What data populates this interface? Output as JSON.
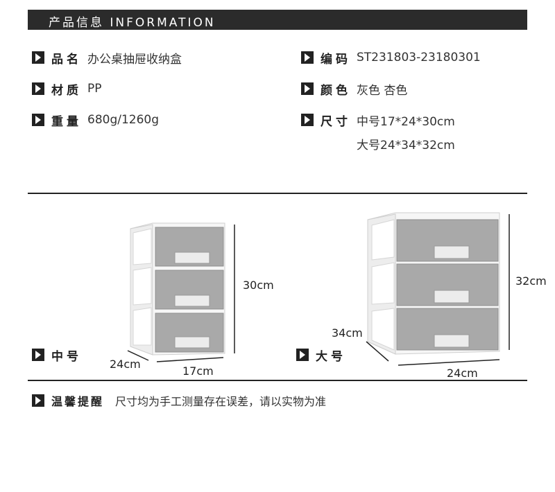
{
  "header": {
    "title": "产品信息 INFORMATION"
  },
  "info": {
    "name": {
      "label": "品名",
      "value": "办公桌抽屉收纳盒"
    },
    "code": {
      "label": "编码",
      "value": "ST231803-23180301"
    },
    "material": {
      "label": "材质",
      "value": "PP"
    },
    "color": {
      "label": "颜色",
      "value": "灰色 杏色"
    },
    "weight": {
      "label": "重量",
      "value": "680g/1260g"
    },
    "size": {
      "label": "尺寸",
      "value_medium": "中号17*24*30cm",
      "value_large": "大号24*34*32cm"
    }
  },
  "figures": {
    "medium": {
      "label": "中号",
      "height": "30cm",
      "depth": "24cm",
      "width": "17cm"
    },
    "large": {
      "label": "大号",
      "height": "32cm",
      "depth": "34cm",
      "width": "24cm"
    }
  },
  "notice": {
    "label": "温馨提醒",
    "text": "尺寸均为手工测量存在误差，请以实物为准"
  },
  "colors": {
    "header_bg": "#2b2b2b",
    "drawer_gray": "#a9a9a9",
    "frame": "#f4f4f4"
  }
}
